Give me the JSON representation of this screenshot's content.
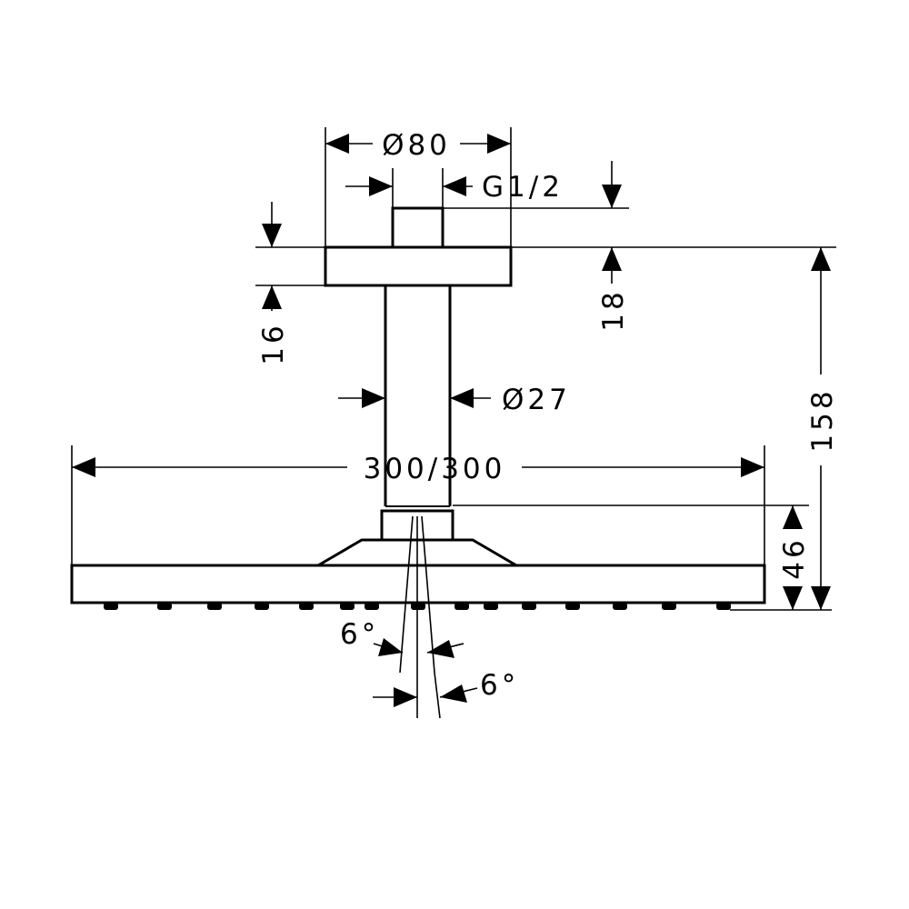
{
  "dimensions": {
    "mount_diameter": "Ø80",
    "thread": "G1/2",
    "pipe_diameter": "Ø27",
    "flange_thickness": "16",
    "flange_offset": "18",
    "total_height": "158",
    "head_size": "300/300",
    "head_height": "46",
    "angle_left": "6°",
    "angle_right": "6°"
  }
}
